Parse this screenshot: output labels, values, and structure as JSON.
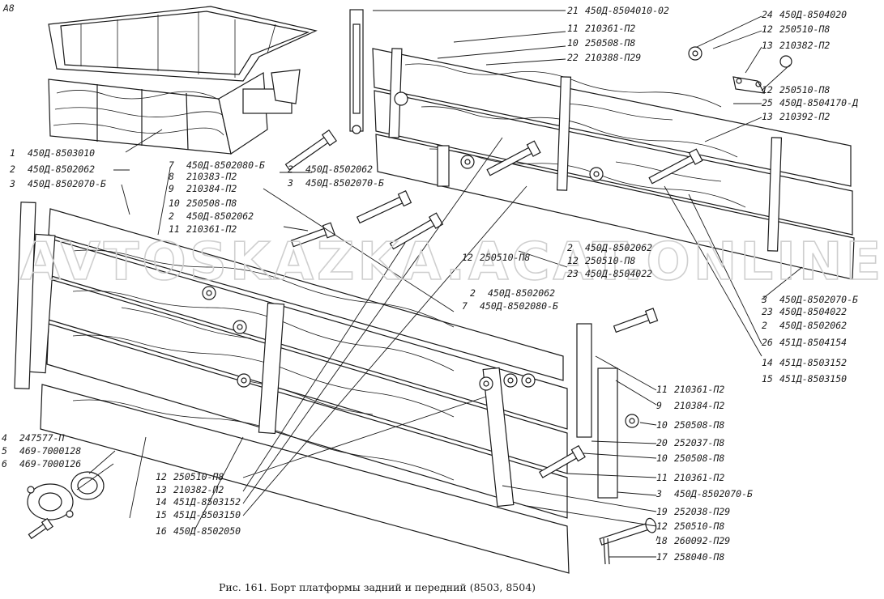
{
  "page_marker": "A8",
  "caption": "Рис. 161. Борт платформы задний и передний (8503, 8504)",
  "watermark": "AVTOSKAZKA.ACAT.ONLINE",
  "labels": [
    {
      "num": "21",
      "code": "450Д-8504010-02"
    },
    {
      "num": "11",
      "code": "210361-П2"
    },
    {
      "num": "10",
      "code": "250508-П8"
    },
    {
      "num": "22",
      "code": "210388-П29"
    },
    {
      "num": "24",
      "code": "450Д-8504020"
    },
    {
      "num": "12",
      "code": "250510-П8"
    },
    {
      "num": "13",
      "code": "210382-П2"
    },
    {
      "num": "12",
      "code": "250510-П8"
    },
    {
      "num": "25",
      "code": "450Д-8504170-Д"
    },
    {
      "num": "13",
      "code": "210392-П2"
    },
    {
      "num": "1",
      "code": "450Д-8503010"
    },
    {
      "num": "2",
      "code": "450Д-8502062"
    },
    {
      "num": "3",
      "code": "450Д-8502070-Б"
    },
    {
      "num": "7",
      "code": "450Д-8502080-Б"
    },
    {
      "num": "8",
      "code": "210383-П2"
    },
    {
      "num": "9",
      "code": "210384-П2"
    },
    {
      "num": "10",
      "code": "250508-П8"
    },
    {
      "num": "2",
      "code": "450Д-8502062"
    },
    {
      "num": "11",
      "code": "210361-П2"
    },
    {
      "num": "2",
      "code": "450Д-8502062"
    },
    {
      "num": "3",
      "code": "450Д-8502070-Б"
    },
    {
      "num": "12",
      "code": "250510-П8"
    },
    {
      "num": "2",
      "code": "450Д-8502062"
    },
    {
      "num": "23",
      "code": "450Д-8504022"
    },
    {
      "num": "12",
      "code": "250510-П8"
    },
    {
      "num": "2",
      "code": "450Д-8502062"
    },
    {
      "num": "7",
      "code": "450Д-8502080-Б"
    },
    {
      "num": "3",
      "code": "450Д-8502070-Б"
    },
    {
      "num": "23",
      "code": "450Д-8504022"
    },
    {
      "num": "2",
      "code": "450Д-8502062"
    },
    {
      "num": "26",
      "code": "451Д-8504154"
    },
    {
      "num": "14",
      "code": "451Д-8503152"
    },
    {
      "num": "15",
      "code": "451Д-8503150"
    },
    {
      "num": "11",
      "code": "210361-П2"
    },
    {
      "num": "9",
      "code": "210384-П2"
    },
    {
      "num": "10",
      "code": "250508-П8"
    },
    {
      "num": "20",
      "code": "252037-П8"
    },
    {
      "num": "10",
      "code": "250508-П8"
    },
    {
      "num": "11",
      "code": "210361-П2"
    },
    {
      "num": "3",
      "code": "450Д-8502070-Б"
    },
    {
      "num": "19",
      "code": "252038-П29"
    },
    {
      "num": "12",
      "code": "250510-П8"
    },
    {
      "num": "18",
      "code": "260092-П29"
    },
    {
      "num": "17",
      "code": "258040-П8"
    },
    {
      "num": "4",
      "code": "247577-П"
    },
    {
      "num": "5",
      "code": "469-7000128"
    },
    {
      "num": "6",
      "code": "469-7000126"
    },
    {
      "num": "12",
      "code": "250510-П8"
    },
    {
      "num": "13",
      "code": "210382-П2"
    },
    {
      "num": "14",
      "code": "451Д-8503152"
    },
    {
      "num": "15",
      "code": "451Д-8503150"
    },
    {
      "num": "16",
      "code": "450Д-8502050"
    }
  ]
}
